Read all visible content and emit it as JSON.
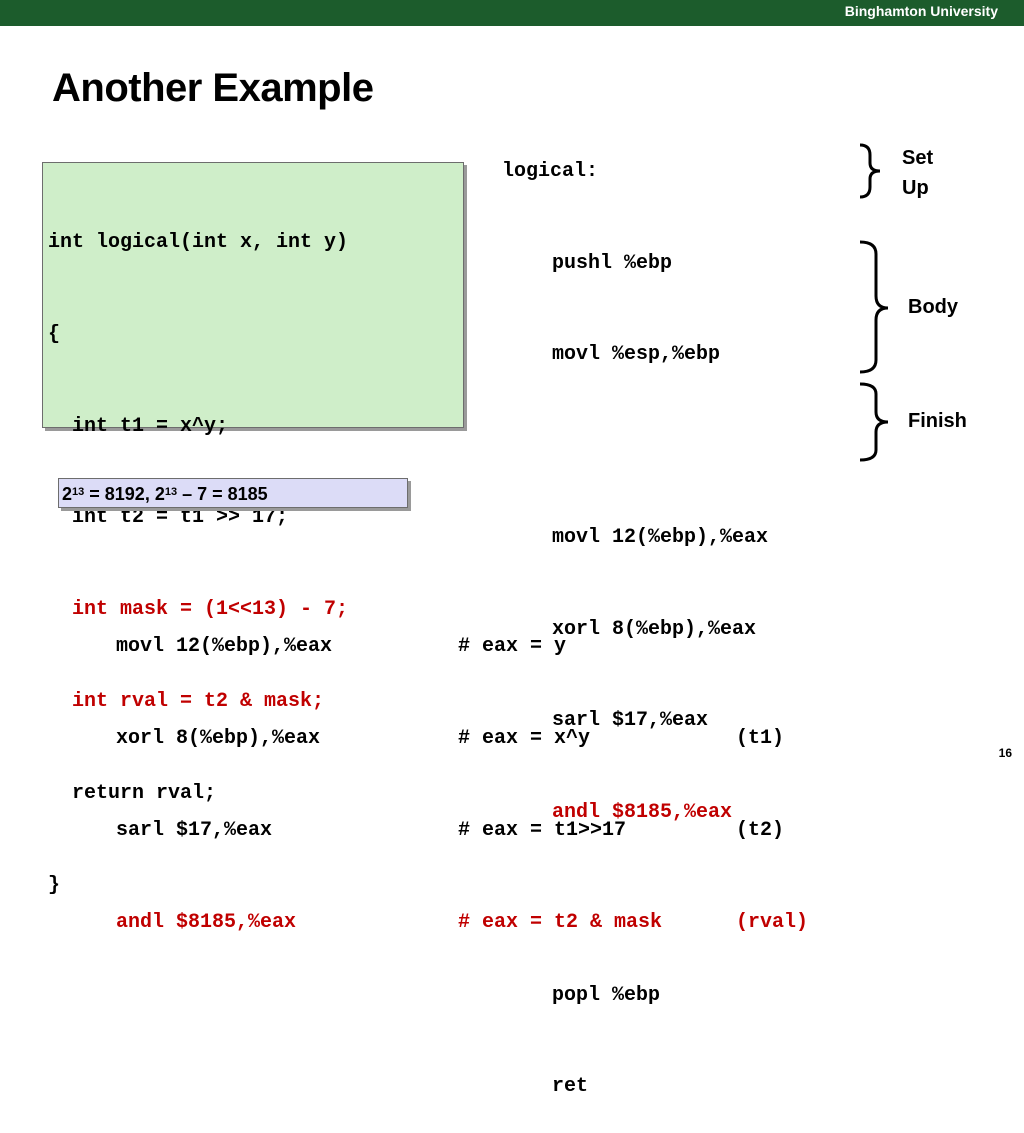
{
  "header": {
    "university": "Binghamton University"
  },
  "slide": {
    "title": "Another Example",
    "page_number": "16"
  },
  "c_code": {
    "lines": [
      "int logical(int x, int y)",
      "{",
      "  int t1 = x^y;",
      "  int t2 = t1 >> 17;",
      "  int mask = (1<<13) - 7;",
      "  int rval = t2 & mask;",
      "  return rval;",
      "}"
    ],
    "highlight_color": "#c00000",
    "box_color": "#cfeec9"
  },
  "formula": {
    "part1": "2",
    "exp1": "13",
    "part2": " = 8192, 2",
    "exp2": "13",
    "part3": " – 7 = 8185"
  },
  "assembly": {
    "label": "logical:",
    "lines": [
      "pushl %ebp",
      "movl %esp,%ebp",
      "",
      "movl 12(%ebp),%eax",
      "xorl 8(%ebp),%eax",
      "sarl $17,%eax",
      "andl $8185,%eax",
      "",
      "popl %ebp",
      "ret"
    ]
  },
  "sections": {
    "setup_line1": "Set",
    "setup_line2": "Up",
    "body": "Body",
    "finish": "Finish"
  },
  "annotated": {
    "rows": [
      {
        "instr": "movl 12(%ebp),%eax",
        "comment": "# eax = y",
        "var": ""
      },
      {
        "instr": "xorl 8(%ebp),%eax",
        "comment": "# eax = x^y",
        "var": "(t1)"
      },
      {
        "instr": "sarl $17,%eax",
        "comment": "# eax = t1>>17",
        "var": "(t2)"
      },
      {
        "instr": "andl $8185,%eax",
        "comment": "# eax = t2 & mask",
        "var": "(rval)"
      }
    ]
  }
}
